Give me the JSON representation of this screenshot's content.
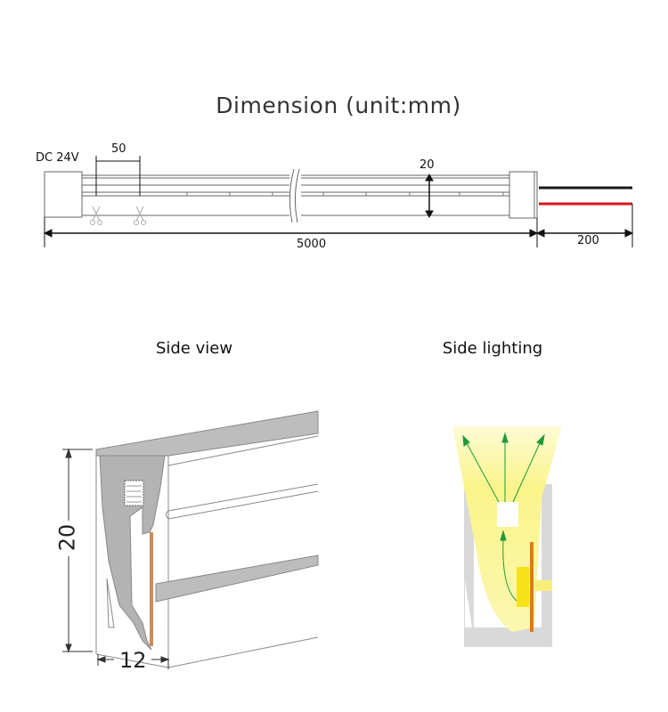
{
  "title": "Dimension (unit:mm)",
  "strip": {
    "voltage_label": "DC 24V",
    "cut_interval": "50",
    "height_label": "20",
    "length_label": "5000",
    "wire_length_label": "200"
  },
  "side_view": {
    "heading": "Side view",
    "height_label": "20",
    "width_label": "12"
  },
  "side_lighting": {
    "heading": "Side lighting"
  },
  "colors": {
    "wire_black": "#1a1a1a",
    "wire_red": "#d9141b",
    "profile_gray": "#b9b9b9",
    "light_yellow": "#fbf7a0",
    "pcb_orange": "#e07b12",
    "arrow_green": "#1e9a3a"
  }
}
